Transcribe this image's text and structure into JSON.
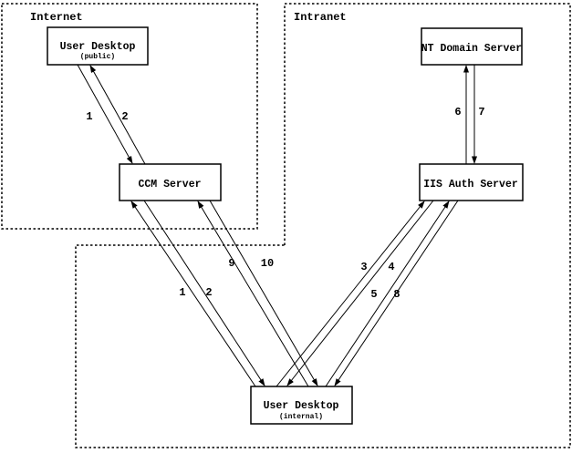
{
  "diagram": {
    "title": "ccm-auth-flow-diagram",
    "regions": {
      "internet": {
        "label": "Internet"
      },
      "intranet": {
        "label": "Intranet"
      }
    },
    "nodes": {
      "user_desktop_public": {
        "label": "User Desktop",
        "sublabel": "(public)"
      },
      "ccm_server": {
        "label": "CCM Server"
      },
      "nt_domain_server": {
        "label": "NT Domain Server"
      },
      "iis_auth_server": {
        "label": "IIS Auth Server"
      },
      "user_desktop_internal": {
        "label": "User Desktop",
        "sublabel": "(internal)"
      }
    },
    "edge_labels": {
      "public_to_ccm_1": "1",
      "ccm_to_public_2": "2",
      "internal_to_ccm_1": "1",
      "ccm_to_internal_2": "2",
      "internal_to_ccm_9": "9",
      "ccm_to_internal_10": "10",
      "internal_to_iis_3": "3",
      "iis_to_internal_4": "4",
      "internal_to_iis_5": "5",
      "iis_to_internal_8": "8",
      "iis_to_nt_6": "6",
      "nt_to_iis_7": "7"
    },
    "colors": {
      "ink": "#000000",
      "paper": "#ffffff",
      "box_fill": "#ffffff"
    }
  }
}
